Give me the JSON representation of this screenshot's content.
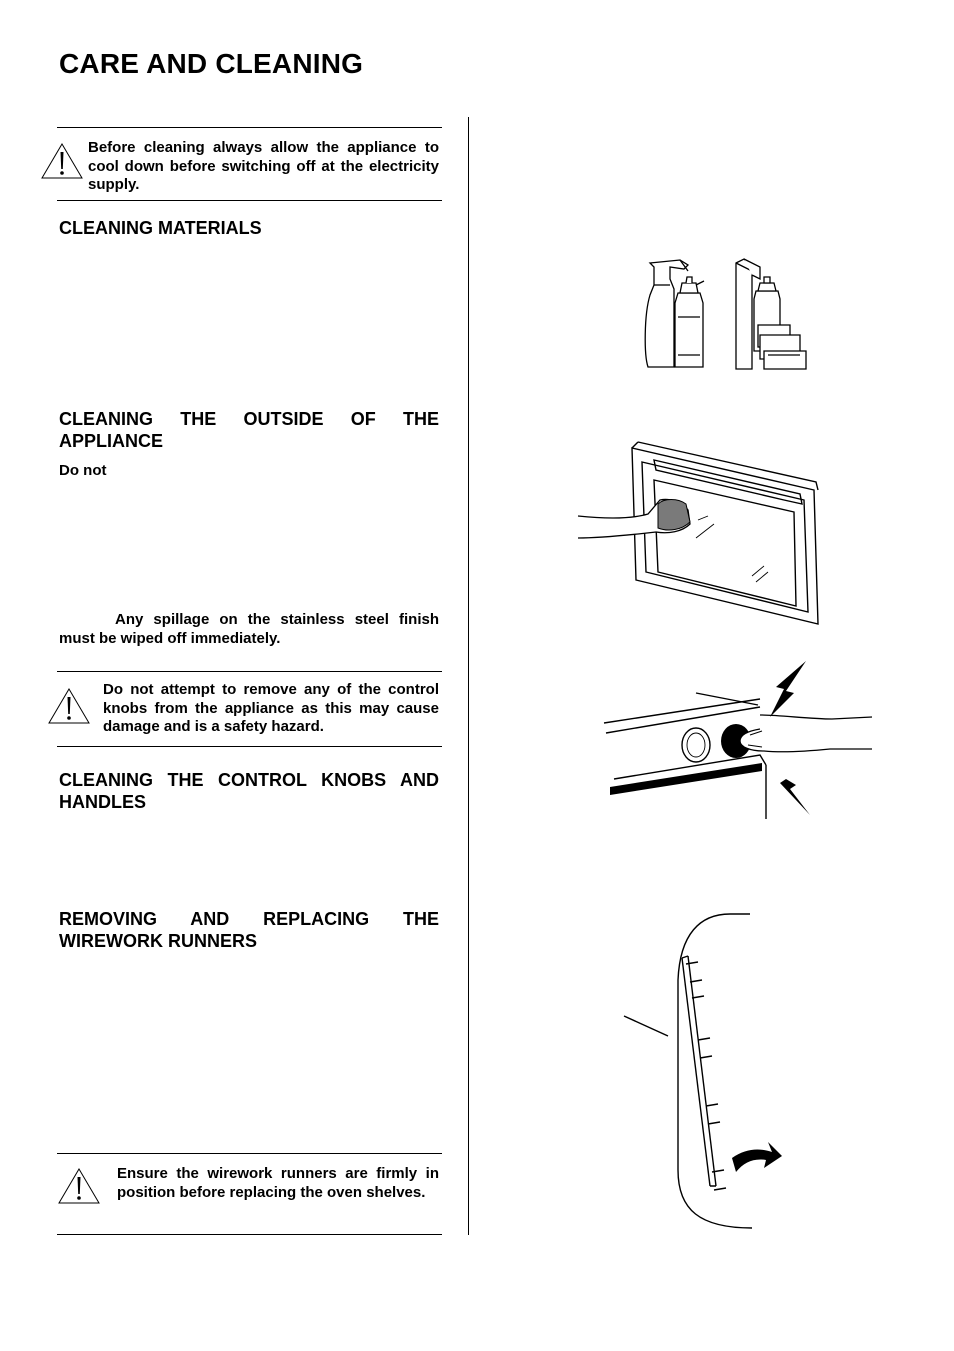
{
  "page": {
    "title": "CARE AND CLEANING"
  },
  "warnings": {
    "cool_down": "Before cleaning always allow the appliance to cool down before switching off at the electricity supply.",
    "control_knobs": "Do not attempt to remove any of the control knobs from the appliance as this may cause damage and is a safety hazard.",
    "wirework": "Ensure the wirework runners are firmly in position before replacing the oven shelves."
  },
  "sections": {
    "cleaning_materials": "CLEANING MATERIALS",
    "outside": "CLEANING THE OUTSIDE OF THE APPLIANCE",
    "outside_do_not": "Do  not",
    "outside_spillage": "Any spillage on the stainless steel finish must be wiped off immediately.",
    "knobs": "CLEANING THE CONTROL KNOBS AND HANDLES",
    "runners": "REMOVING AND REPLACING THE WIREWORK RUNNERS"
  },
  "icons": {
    "warning": "warning-triangle-icon",
    "materials": "cleaning-products-illustration",
    "door": "wiping-oven-door-illustration",
    "knob": "pulling-control-knob-illustration",
    "runner": "wirework-runner-illustration"
  }
}
